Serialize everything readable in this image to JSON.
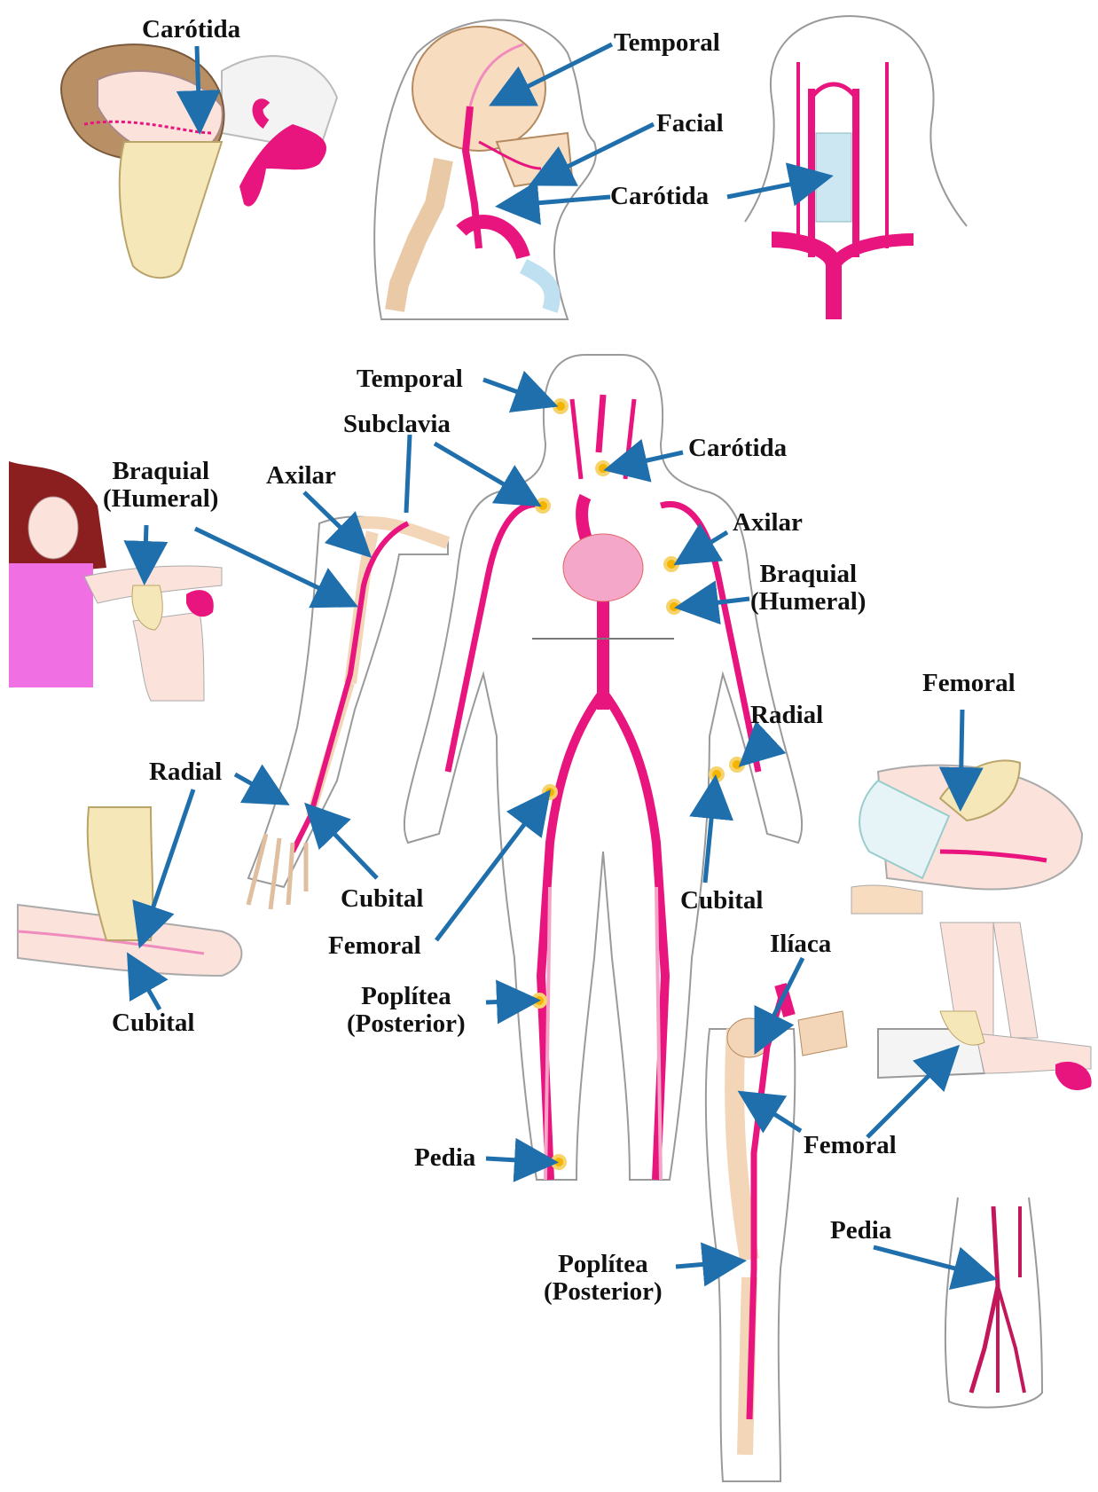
{
  "colors": {
    "artery": "#e8157f",
    "arrow": "#1f6fad",
    "pulse": "#f4b400",
    "skin": "#fbe3dc",
    "bone": "#f7dcc0",
    "glove": "#f6e7b8",
    "outline": "#9a9a9a"
  },
  "labels": {
    "carotida_top_left": "Carótida",
    "temporal_top": "Temporal",
    "facial": "Facial",
    "carotida_top_mid": "Carótida",
    "temporal_body": "Temporal",
    "subclavia": "Subclavia",
    "carotida_body": "Carótida",
    "axilar_left": "Axilar",
    "axilar_right": "Axilar",
    "braquial_left_1": "Braquial",
    "braquial_left_2": "(Humeral)",
    "braquial_right_1": "Braquial",
    "braquial_right_2": "(Humeral)",
    "radial_left": "Radial",
    "radial_right": "Radial",
    "femoral_top_right": "Femoral",
    "cubital_arm": "Cubital",
    "cubital_right": "Cubital",
    "cubital_wrist": "Cubital",
    "femoral_body": "Femoral",
    "iliaca": "Ilíaca",
    "poplitea_body_1": "Poplítea",
    "poplitea_body_2": "(Posterior)",
    "femoral_right": "Femoral",
    "pedia_body": "Pedia",
    "pedia_foot": "Pedia",
    "poplitea_leg_1": "Poplítea",
    "poplitea_leg_2": "(Posterior)"
  },
  "icons": [
    "head-compression-illustration",
    "skull-neck-illustration",
    "neck-arteries-illustration",
    "full-body-arteries-illustration",
    "arm-arteries-illustration",
    "upper-arm-compression-illustration",
    "wrist-compression-illustration",
    "groin-compression-illustration",
    "knee-compression-illustration",
    "leg-arteries-illustration",
    "foot-arteries-illustration"
  ]
}
